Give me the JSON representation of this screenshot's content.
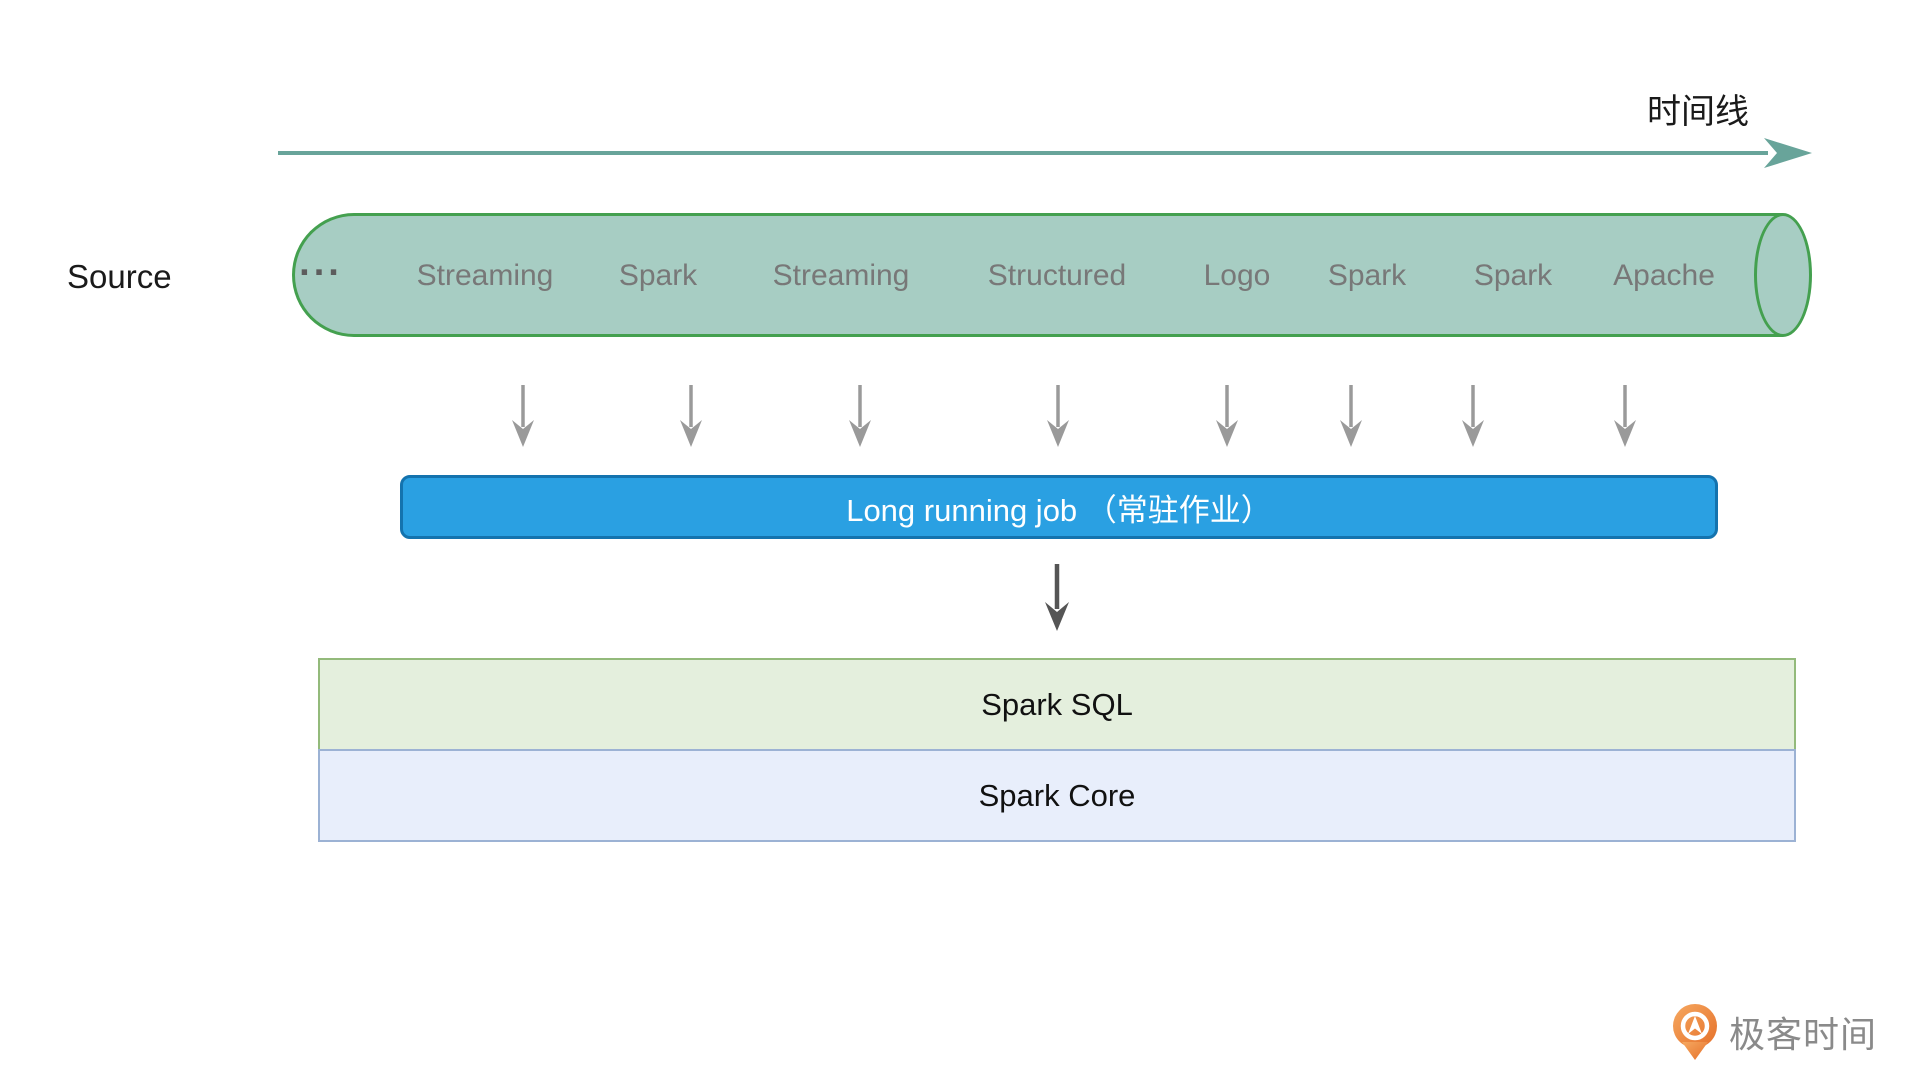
{
  "timeline": {
    "label": "时间线"
  },
  "source_label": "Source",
  "cylinder": {
    "fill": "#a7cdc3",
    "border_color": "#44a04f",
    "words": [
      {
        "text": "..."
      },
      {
        "text": "Streaming"
      },
      {
        "text": "Spark"
      },
      {
        "text": "Streaming"
      },
      {
        "text": "Structured"
      },
      {
        "text": "Logo"
      },
      {
        "text": "Spark"
      },
      {
        "text": "Spark"
      },
      {
        "text": "Apache"
      }
    ]
  },
  "flow_arrows_count": 8,
  "job_box": {
    "label": "Long running job （常驻作业）",
    "fill": "#2aa0e2",
    "border_color": "#1473ae",
    "text_color": "#ffffff"
  },
  "stack_boxes": [
    {
      "label": "Spark SQL",
      "fill": "#e4efdd",
      "border_color": "#93ba7b"
    },
    {
      "label": "Spark Core",
      "fill": "#e8eefb",
      "border_color": "#9cb2d4"
    }
  ],
  "brand": {
    "label": "极客时间",
    "icon": "geektime-pin-icon",
    "icon_color": "#ee8138",
    "text_color": "#8a8a8a"
  },
  "colors": {
    "timeline_arrow": "#68a49a",
    "small_arrow": "#9a9a9a",
    "big_arrow": "#555555"
  }
}
